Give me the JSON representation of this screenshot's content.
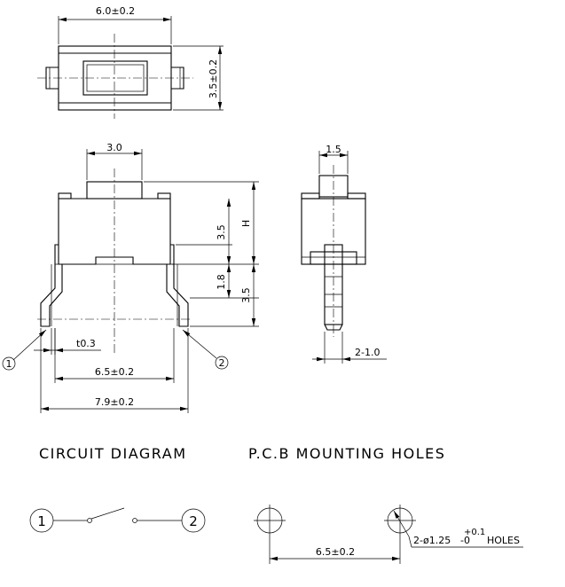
{
  "dimensions": {
    "top_width": "6.0±0.2",
    "top_height": "3.5±0.2",
    "front_actuator_width": "3.0",
    "side_actuator_width": "1.5",
    "height_label": "H",
    "actuator_height": "3.5",
    "lead_height": "3.5",
    "body_step": "1.8",
    "lead_thickness": "t0.3",
    "pin_pitch": "6.5±0.2",
    "overall_width": "7.9±0.2",
    "lead_width": "2-1.0",
    "pcb_pitch": "6.5±0.2",
    "hole_spec": "2-ø1.25",
    "hole_tol_plus": "+0.1",
    "hole_tol_minus": "-0",
    "holes_word": "HOLES"
  },
  "pins": {
    "pin1": "1",
    "pin2": "2"
  },
  "headings": {
    "circuit": "CIRCUIT DIAGRAM",
    "pcb": "P.C.B MOUNTING HOLES"
  }
}
